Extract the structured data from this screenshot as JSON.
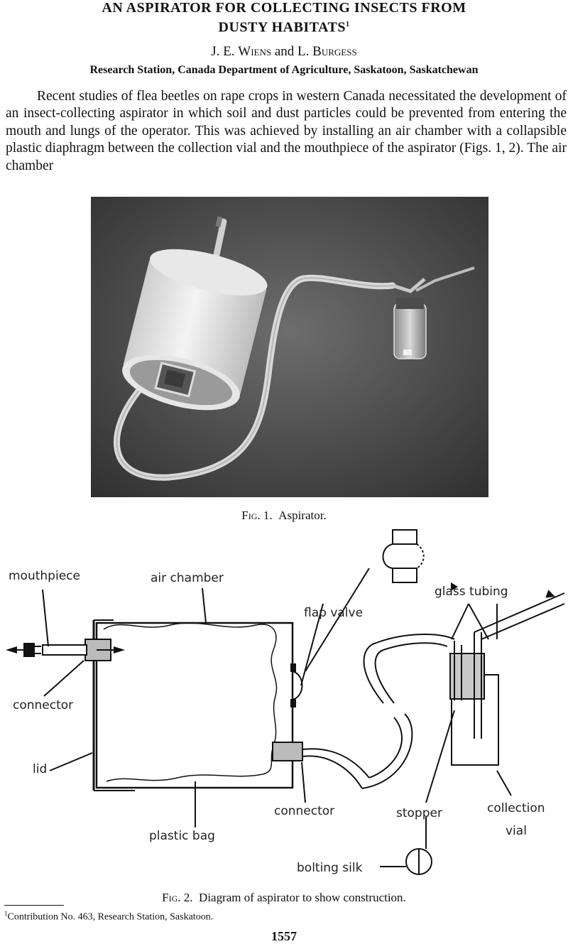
{
  "header": {
    "title_line1": "AN ASPIRATOR FOR COLLECTING INSECTS FROM",
    "title_line2": "DUSTY HABITATS",
    "title_footnote_mark": "1",
    "author1_initials": "J. E. ",
    "author1_surname": "Wiens",
    "author_and": " and L. ",
    "author2_surname": "Burgess",
    "affiliation": "Research Station, Canada Department of Agriculture, Saskatoon, Saskatchewan"
  },
  "body": {
    "paragraph": "Recent studies of flea beetles on rape crops in western Canada necessitated the development of an insect-collecting aspirator in which soil and dust particles could be prevented from entering the mouth and lungs of the operator.   This was achieved by installing an air chamber with a collapsible plastic diaphragm between the collection vial and the mouthpiece of the aspirator (Figs. 1, 2).   The air chamber"
  },
  "figure1": {
    "caption_label": "Fig. 1.",
    "caption_text": "Aspirator."
  },
  "figure2": {
    "labels": {
      "mouthpiece": "mouthpiece",
      "air_chamber": "air chamber",
      "flap_valve": "flap valve",
      "glass_tubing": "glass tubing",
      "connector_left": "connector",
      "lid": "lid",
      "connector_right": "connector",
      "stopper": "stopper",
      "collection": "collection",
      "vial": "vial",
      "plastic_bag": "plastic bag",
      "bolting_silk": "bolting silk"
    },
    "caption_label": "Fig. 2.",
    "caption_text": "Diagram of aspirator to show construction."
  },
  "footnote": {
    "mark": "1",
    "text": "Contribution No. 463, Research Station, Saskatoon."
  },
  "page_number": "1557"
}
